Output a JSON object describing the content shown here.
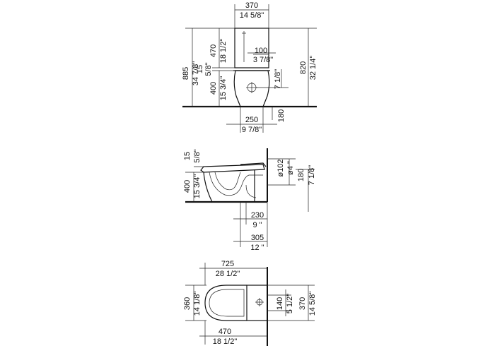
{
  "views": {
    "front": {
      "tank_width_mm": "370",
      "tank_width_in": "14 5/8\"",
      "total_height_mm": "885",
      "total_height_in": "34 7/8\"",
      "tank_height_mm": "470",
      "tank_height_in": "18 1/2\"",
      "tank_offset_mm": "15",
      "tank_offset_in": "5/8\"",
      "seat_height_mm": "400",
      "seat_height_in": "15 3/4\"",
      "button_offset_mm": "100",
      "button_offset_in": "3 7/8\"",
      "inlet_height_in": "7 1/8\"",
      "right_height_mm": "820",
      "right_height_in": "32 1/4\"",
      "inlet_180_mm": "180",
      "base_width_mm": "250",
      "base_width_in": "9 7/8\""
    },
    "side": {
      "seat_gap_mm": "15",
      "seat_gap_in": "5/8\"",
      "seat_height_mm": "400",
      "seat_height_in": "15 3/4\"",
      "outlet_dia_mm": "ø102",
      "outlet_dia_in": "ø4 \"",
      "outlet_height_mm": "180",
      "outlet_height_in": "7 1/8\"",
      "rough_in_mm": "230",
      "rough_in_in": "9 \"",
      "depth_mm": "305",
      "depth_in": "12 \""
    },
    "top": {
      "length_mm": "725",
      "length_in": "28 1/2\"",
      "width_mm": "360",
      "width_in": "14 1/8\"",
      "inlet_offset_mm": "140",
      "inlet_offset_in": "5 1/2\"",
      "tank_depth_mm": "370",
      "tank_depth_in": "14 5/8\"",
      "front_length_mm": "470",
      "front_length_in": "18 1/2\""
    }
  }
}
